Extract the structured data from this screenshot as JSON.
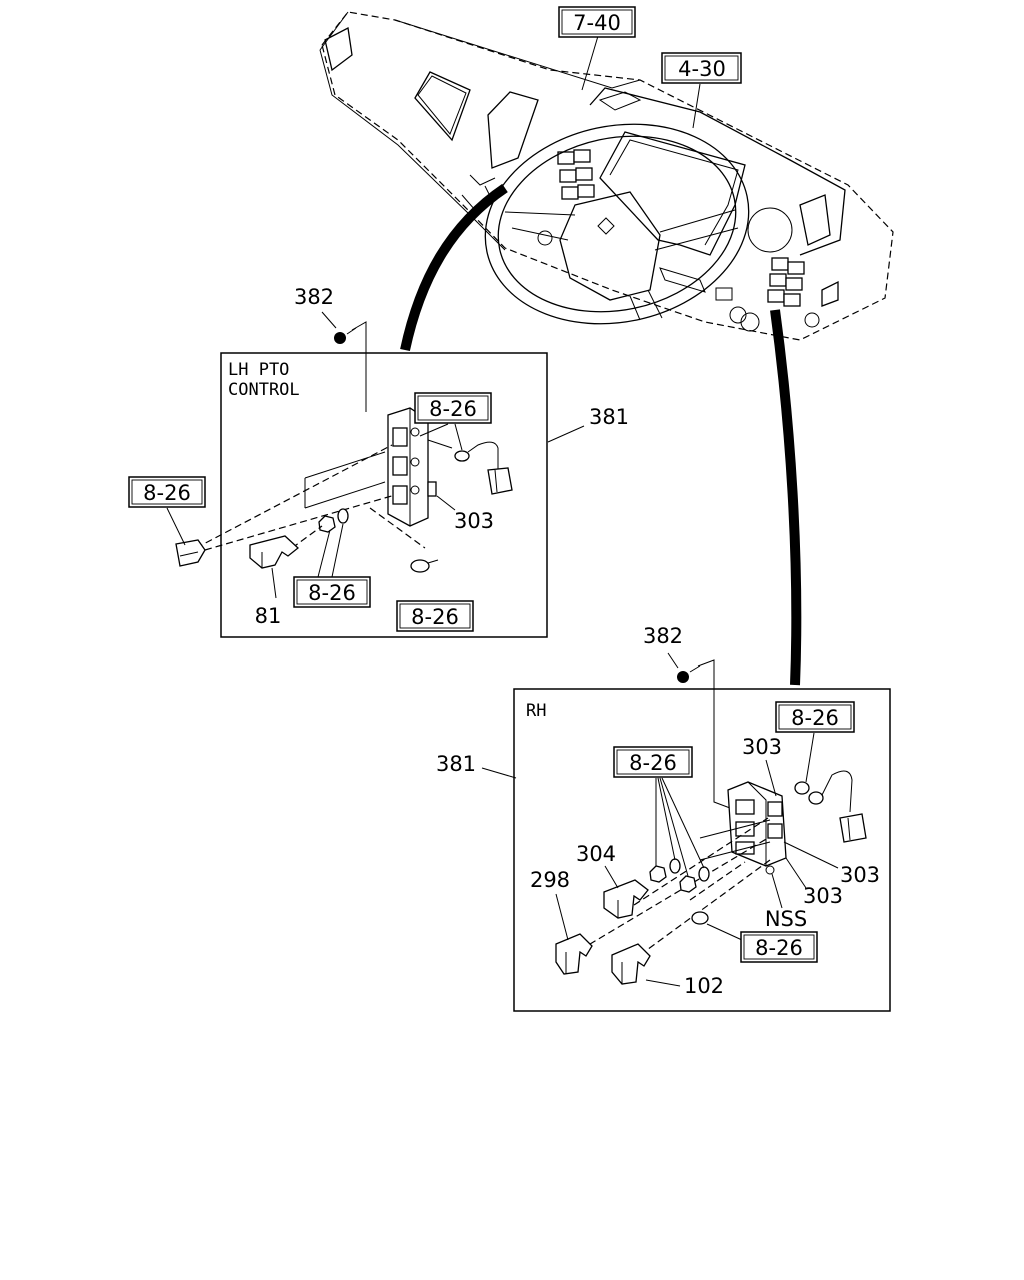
{
  "diagram": {
    "references": {
      "instrument_panel": "7-40",
      "dash_assembly": "4-30",
      "lh_switch_ref": "8-26",
      "lh_bracket_ref": "8-26",
      "lh_nut_washer_ref": "8-26",
      "lh_bulb_ref": "8-26",
      "rh_switch_ref": "8-26",
      "rh_nut_washer_ref": "8-26",
      "rh_bulb_ref": "8-26"
    },
    "lh_panel": {
      "title_line1": "LH PTO",
      "title_line2": "CONTROL",
      "screw": "382",
      "switch_assembly": "381",
      "switch": "303",
      "knob": "81"
    },
    "rh_panel": {
      "title": "RH",
      "screw": "382",
      "switch_assembly": "381",
      "switch_top": "303",
      "switch_mid": "303",
      "switch_low": "303",
      "knob_304": "304",
      "knob_298": "298",
      "knob_102": "102",
      "not_serviced": "NSS"
    }
  }
}
